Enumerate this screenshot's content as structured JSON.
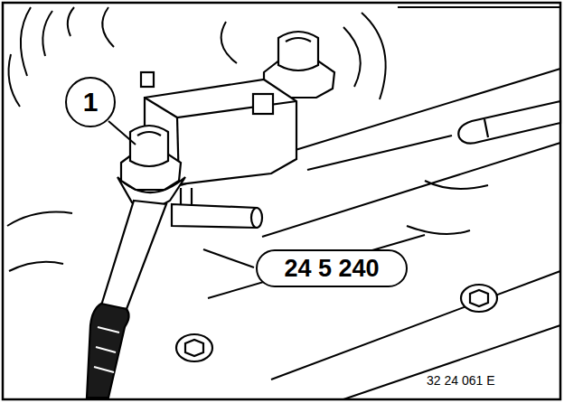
{
  "diagram": {
    "nodes": [
      {
        "text": [
          "1"
        ]
      },
      {
        "text": [
          "24 5 240"
        ]
      }
    ],
    "labels": [
      "32 24 061 E"
    ]
  }
}
